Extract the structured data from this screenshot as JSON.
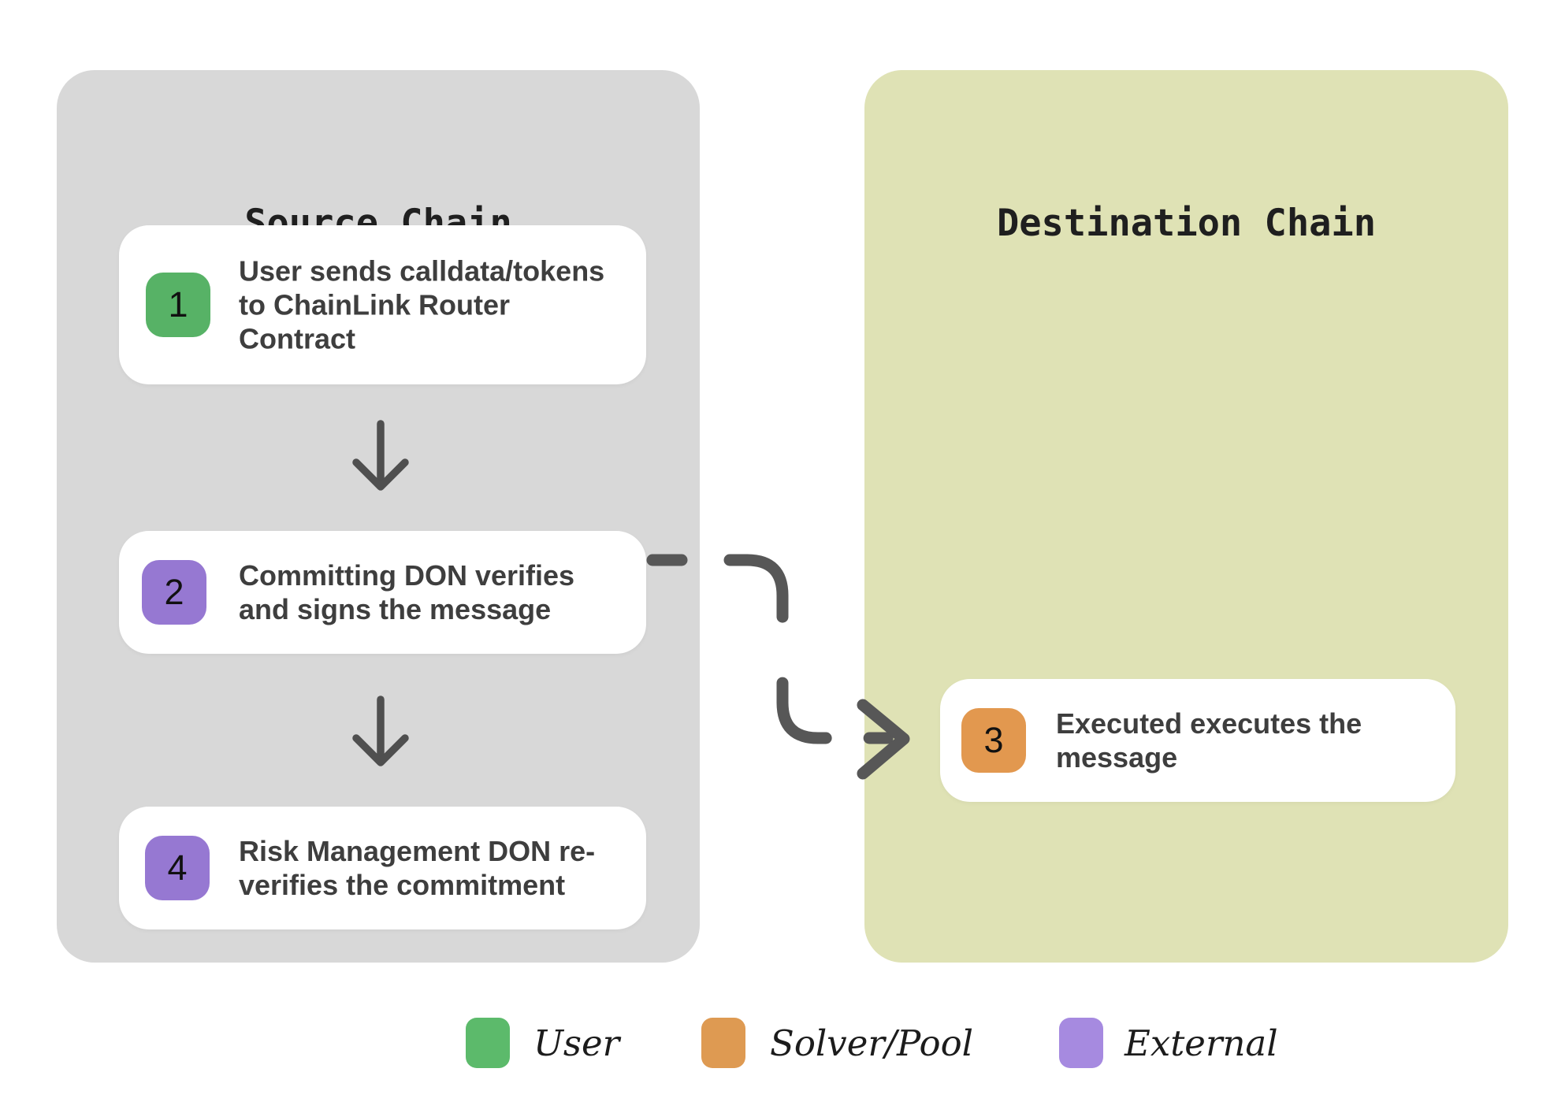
{
  "panels": {
    "source": {
      "title": "Source Chain",
      "bg": "#d8d8d8"
    },
    "destination": {
      "title": "Destination Chain",
      "bg": "#dfe2b5"
    }
  },
  "steps": [
    {
      "number": "1",
      "text": "User sends calldata/tokens\nto ChainLink Router\nContract",
      "badge_color": "#57b266",
      "chain": "source"
    },
    {
      "number": "2",
      "text": "Committing DON verifies\nand signs the message",
      "badge_color": "#9678d2",
      "chain": "source"
    },
    {
      "number": "3",
      "text": "Executed executes the\nmessage",
      "badge_color": "#e2984f",
      "chain": "destination"
    },
    {
      "number": "4",
      "text": "Risk Management DON re-\nverifies the commitment",
      "badge_color": "#9678d2",
      "chain": "source"
    }
  ],
  "legend": [
    {
      "label": "User",
      "color": "#5cba6b"
    },
    {
      "label": "Solver/Pool",
      "color": "#de9a52"
    },
    {
      "label": "External",
      "color": "#a68ae0"
    }
  ],
  "colors": {
    "connector": "#575757",
    "down_arrow": "#4f4f4f"
  }
}
